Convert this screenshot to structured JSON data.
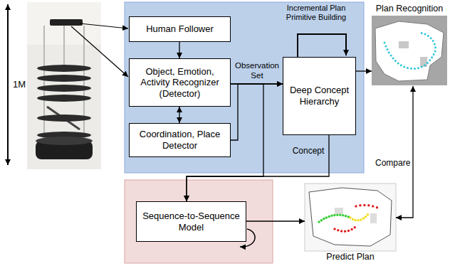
{
  "diagram": {
    "nodes": [
      {
        "text": [
          "Human Follower"
        ]
      },
      {
        "text": [
          "Object, Emotion, Activity Recognizer (Detector)"
        ]
      },
      {
        "text": [
          "Coordination, Place Detector"
        ]
      },
      {
        "text": [
          "Deep Concept Hierarchy"
        ]
      },
      {
        "text": [
          "Plan Recognition"
        ]
      },
      {
        "text": [
          "Sequence-to-Sequence Model"
        ]
      },
      {
        "text": [
          "Predict Plan"
        ]
      }
    ],
    "edges": [
      {
        "from": 0,
        "to": 1,
        "arrow": "to"
      },
      {
        "from": 1,
        "to": 2,
        "arrow": "both"
      },
      {
        "from": 1,
        "to": 3,
        "arrow": "to"
      },
      {
        "from": 2,
        "to": 3,
        "arrow": "to"
      },
      {
        "from": 3,
        "to": 4,
        "arrow": "to"
      },
      {
        "from": 3,
        "to": 5,
        "arrow": "to"
      },
      {
        "from": 1,
        "to": 5,
        "arrow": "to"
      },
      {
        "from": 5,
        "to": 6,
        "arrow": "to"
      },
      {
        "from": 4,
        "to": 6,
        "label": "Compare",
        "arrow": "both"
      }
    ],
    "labels": [
      "1M",
      "Incremental Plan Primitive Building",
      "Observation Set",
      "Concept"
    ]
  }
}
